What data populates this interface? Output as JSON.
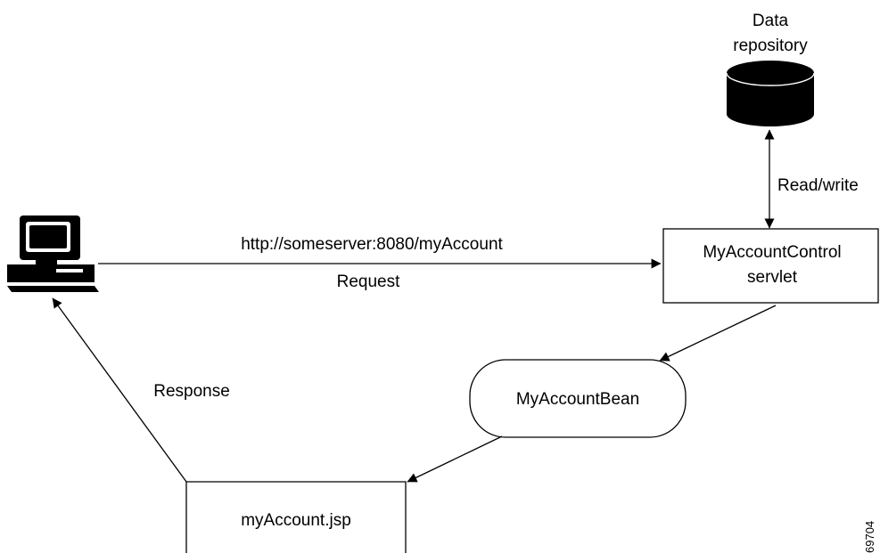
{
  "nodes": {
    "data_repository": {
      "label_line1": "Data",
      "label_line2": "repository"
    },
    "controller": {
      "label_line1": "MyAccountControl",
      "label_line2": "servlet"
    },
    "bean": {
      "label": "MyAccountBean"
    },
    "jsp": {
      "label": "myAccount.jsp"
    },
    "client": {
      "icon": "computer-icon"
    }
  },
  "edges": {
    "request_url": "http://someserver:8080/myAccount",
    "request": "Request",
    "read_write": "Read/write",
    "response": "Response"
  },
  "figure_id": "69704"
}
